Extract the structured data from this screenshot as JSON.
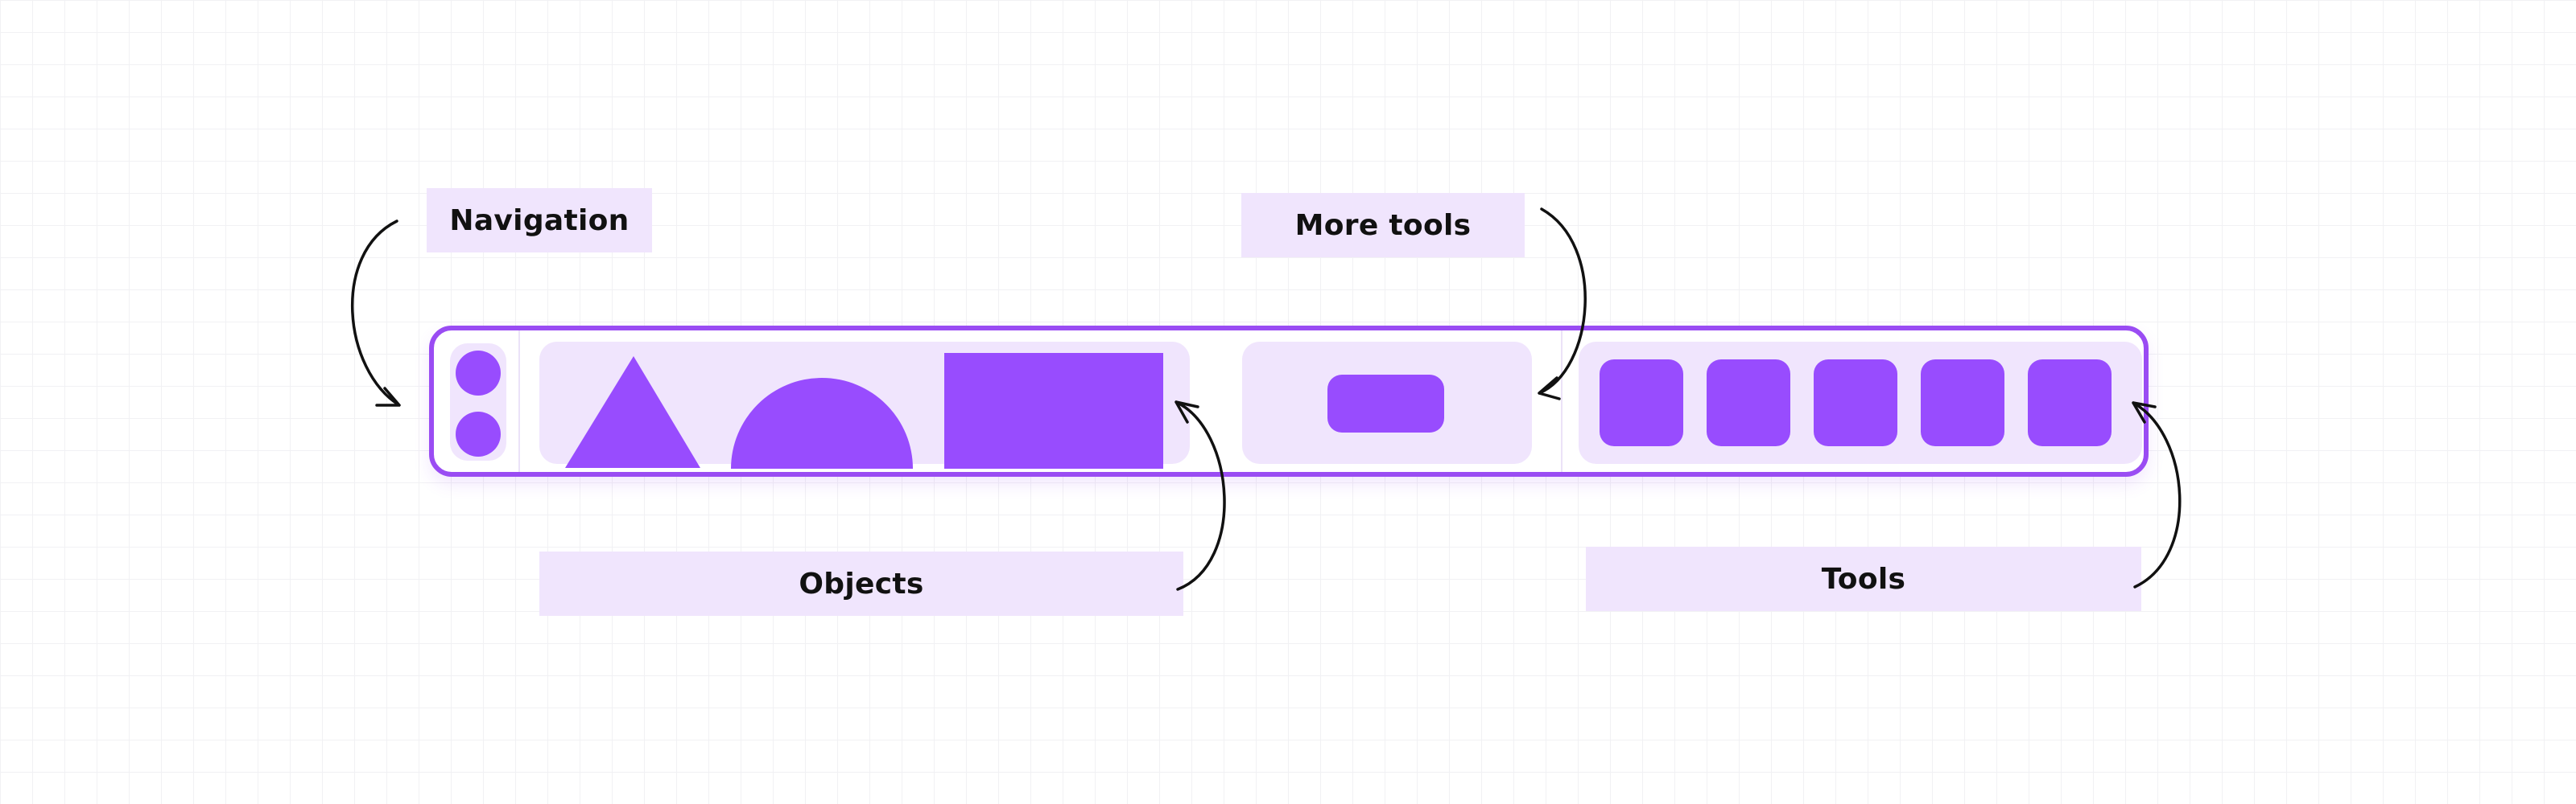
{
  "labels": {
    "navigation": "Navigation",
    "more_tools": "More tools",
    "objects": "Objects",
    "tools": "Tools"
  },
  "toolbar": {
    "nav_dot_count": 2,
    "object_shapes": [
      "triangle-icon",
      "semicircle-icon",
      "rectangle-icon"
    ],
    "more_tools_items": [
      "pill-icon"
    ],
    "tool_count": 5
  },
  "colors": {
    "accent": "#984cfe",
    "border": "#9a4cf3",
    "section_fill": "#f0e5fd",
    "arrow": "#111111"
  }
}
